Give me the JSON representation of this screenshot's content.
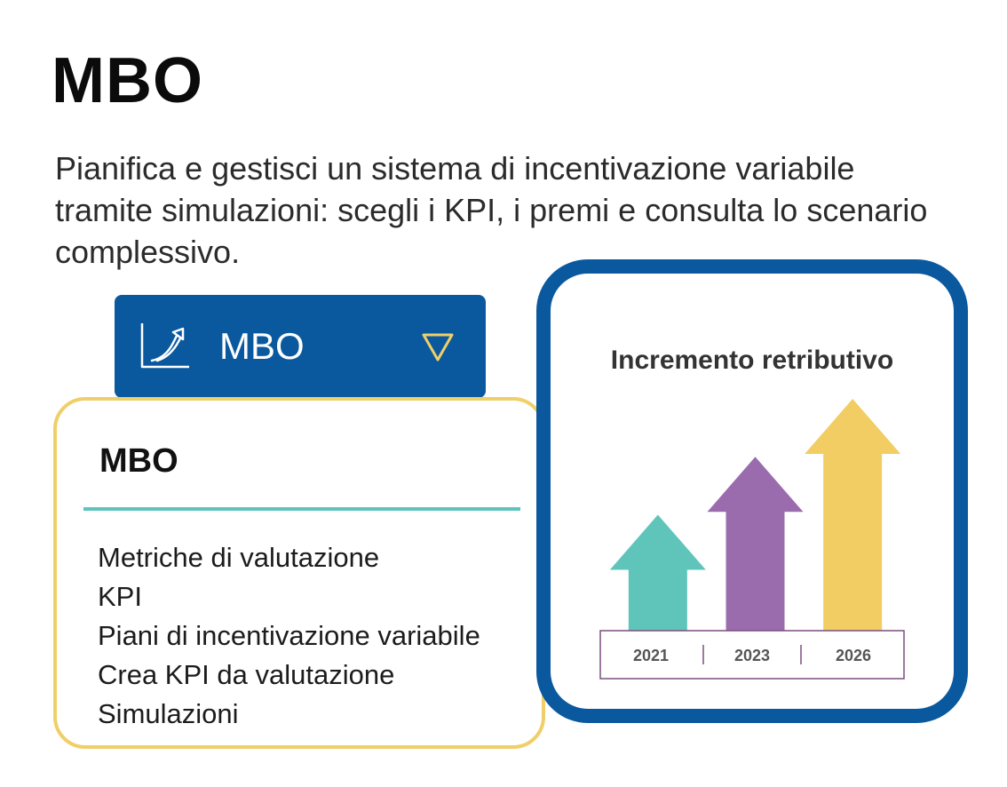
{
  "page": {
    "title": "MBO",
    "description": "Pianifica e gestisci un sistema di incentivazione variabile tramite simulazioni: scegli i KPI, i premi e consulta lo scenario complessivo."
  },
  "dropdown": {
    "icon": "growth-chart-icon",
    "label": "MBO",
    "caret_icon": "triangle-down-icon",
    "background": "#0a599f"
  },
  "menu": {
    "title": "MBO",
    "border_color": "#f0cf68",
    "divider_color": "#5ec4bd",
    "items": [
      {
        "label": "Metriche di valutazione"
      },
      {
        "label": "KPI"
      },
      {
        "label": "Piani di incentivazione variabile"
      },
      {
        "label": "Crea KPI da valutazione"
      },
      {
        "label": "Simulazioni"
      }
    ]
  },
  "chart_card": {
    "border_color": "#0a599f"
  },
  "chart_data": {
    "type": "bar",
    "title": "Incremento retributivo",
    "categories": [
      "2021",
      "2023",
      "2026"
    ],
    "values": [
      1,
      1.5,
      2
    ],
    "colors": [
      "#5fc5bb",
      "#9a6cae",
      "#f2cd63"
    ],
    "ylim": [
      0,
      2
    ],
    "grid": false,
    "legend": "none"
  }
}
